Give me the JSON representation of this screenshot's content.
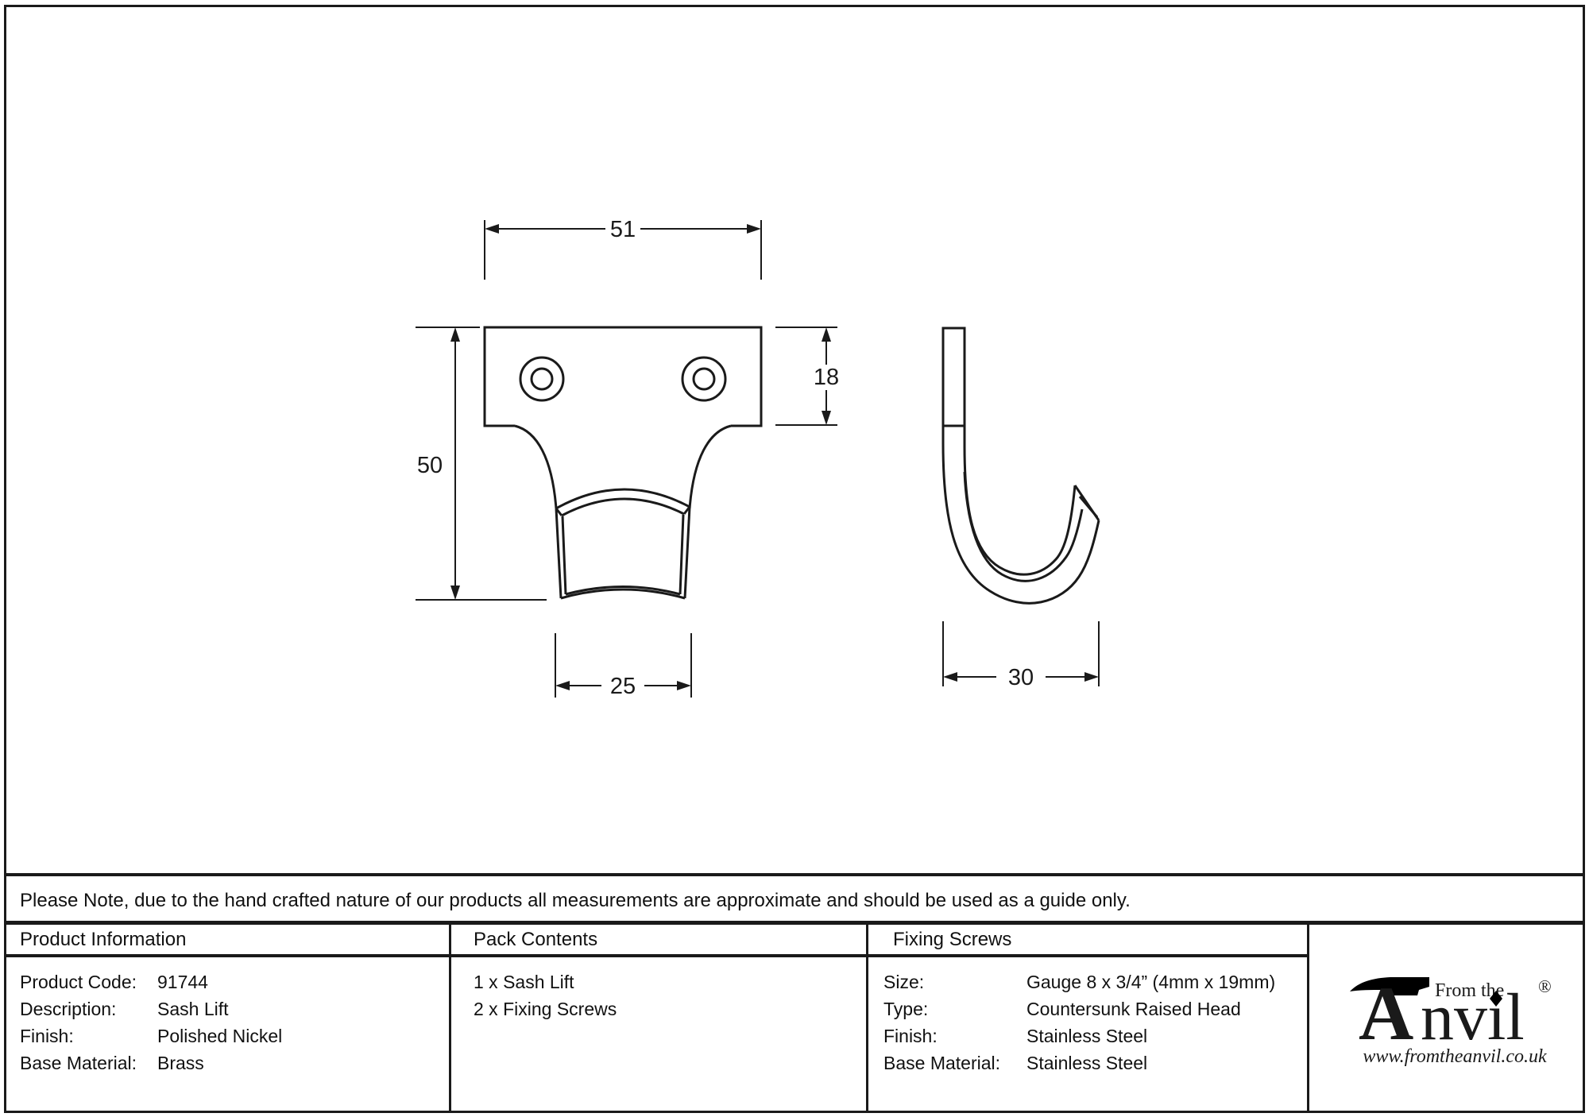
{
  "sheet": {
    "background": "#ffffff",
    "line_color": "#1a1a1a"
  },
  "drawing": {
    "dims": {
      "overall_width": "51",
      "plate_height": "18",
      "overall_height": "50",
      "handle_width": "25",
      "projection_depth": "30"
    }
  },
  "note": {
    "text": "Please Note, due to the hand crafted nature of our products all measurements are approximate and should be used as a guide only."
  },
  "table": {
    "product_information": {
      "header": "Product Information",
      "rows": [
        {
          "label": "Product Code:",
          "value": "91744"
        },
        {
          "label": "Description:",
          "value": "Sash Lift"
        },
        {
          "label": "Finish:",
          "value": "Polished Nickel"
        },
        {
          "label": "Base Material:",
          "value": "Brass"
        }
      ]
    },
    "pack_contents": {
      "header": "Pack Contents",
      "items": [
        {
          "text": "1 x Sash Lift"
        },
        {
          "text": "2 x Fixing Screws"
        }
      ]
    },
    "fixing_screws": {
      "header": "Fixing Screws",
      "rows": [
        {
          "label": "Size:",
          "value": "Gauge 8 x 3/4” (4mm x 19mm)"
        },
        {
          "label": "Type:",
          "value": "Countersunk Raised Head"
        },
        {
          "label": "Finish:",
          "value": "Stainless Steel"
        },
        {
          "label": "Base Material:",
          "value": "Stainless Steel"
        }
      ]
    }
  },
  "logo": {
    "tagline": "From the",
    "brand_initial": "A",
    "brand_rest_pre": "nv",
    "brand_dotless_i": "ı",
    "brand_rest_post": "l",
    "registered": "®",
    "website": "www.fromtheanvil.co.uk"
  }
}
